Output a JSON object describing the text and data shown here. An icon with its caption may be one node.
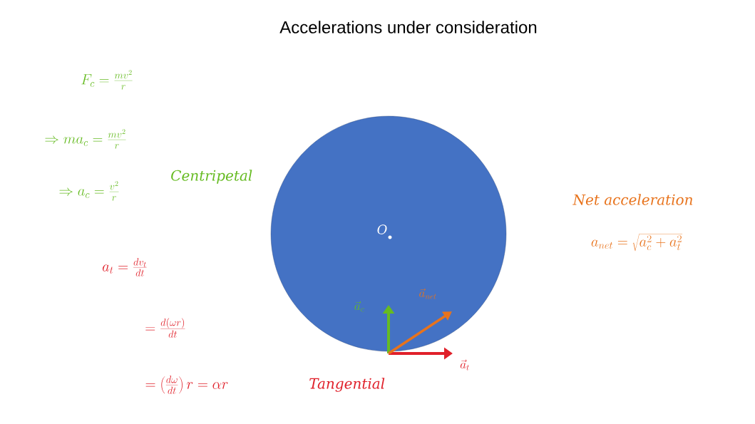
{
  "diagram": {
    "title": "Accelerations under consideration",
    "nodes": [
      {
        "text": [],
        "shape": "circle"
      }
    ],
    "labels": [
      "F_c = \\frac{mv^2}{r}",
      "\\Rightarrow ma_c = \\frac{mv^2}{r}",
      "\\Rightarrow a_c = \\frac{v^2}{r}",
      "Centripetal",
      "a_t = \\frac{dv_t}{dt}",
      "= \\frac{d(\\omega r)}{dt}",
      "= \\left(\\frac{d\\omega}{dt}\\right) r = \\alpha r",
      "Tangential",
      "O",
      "\\vec{a}_c",
      "\\vec{a}_{net}",
      "\\vec{a}_t",
      "Net acceleration",
      "a_{net} = \\sqrt{a_c^2 + a_t^2}"
    ]
  }
}
